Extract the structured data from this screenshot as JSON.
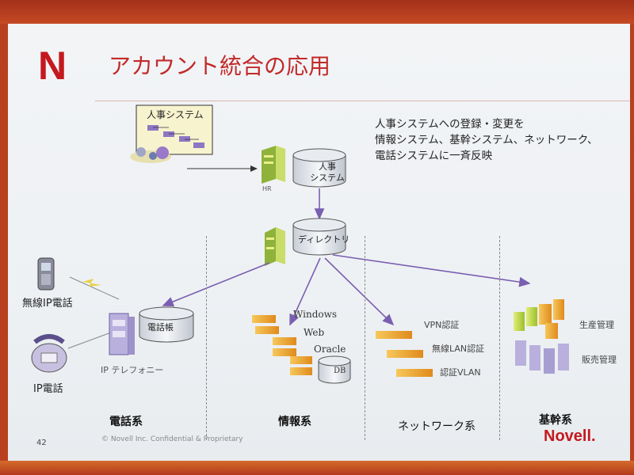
{
  "title": "アカウント統合の応用",
  "description": [
    "人事システムへの登録・変更を",
    "情報システム、基幹システム、ネットワーク、",
    "電話システムに一斉反映"
  ],
  "hr_system": {
    "card_label": "人事システム",
    "server_label": "HR",
    "db_label": [
      "人事",
      "システム"
    ]
  },
  "directory": {
    "label": "ディレクトリ"
  },
  "telephone": {
    "wireless_phone": "無線IP電話",
    "ip_phone": "IP電話",
    "phonebook": "電話帳",
    "telephony": "IP テレフォニー",
    "category": "電話系"
  },
  "information": {
    "apps": [
      "Windows",
      "Web",
      "Oracle"
    ],
    "db": "DB",
    "category": "情報系"
  },
  "network": {
    "items": [
      "VPN認証",
      "無線LAN認証",
      "認証VLAN"
    ],
    "category": "ネットワーク系"
  },
  "core": {
    "items": [
      "生産管理",
      "販売管理"
    ],
    "category": "基幹系"
  },
  "footer": {
    "page": "42",
    "confidential": "© Novell Inc. Confidential & Proprietary",
    "brand": "Novell."
  },
  "colors": {
    "accent_red": "#c4191e",
    "arrow_purple": "#7a5fb0",
    "server_orange": "#e8a234",
    "background_frame": "#b8401f"
  }
}
